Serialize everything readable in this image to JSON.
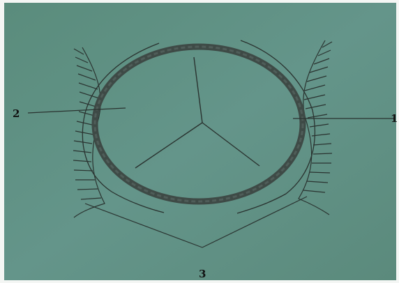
{
  "labels": {
    "one": "1",
    "two": "2",
    "three": "3"
  },
  "colors": {
    "background": "#5d8f7e",
    "ink": "#2a3330",
    "ring": "#3e4a46"
  }
}
